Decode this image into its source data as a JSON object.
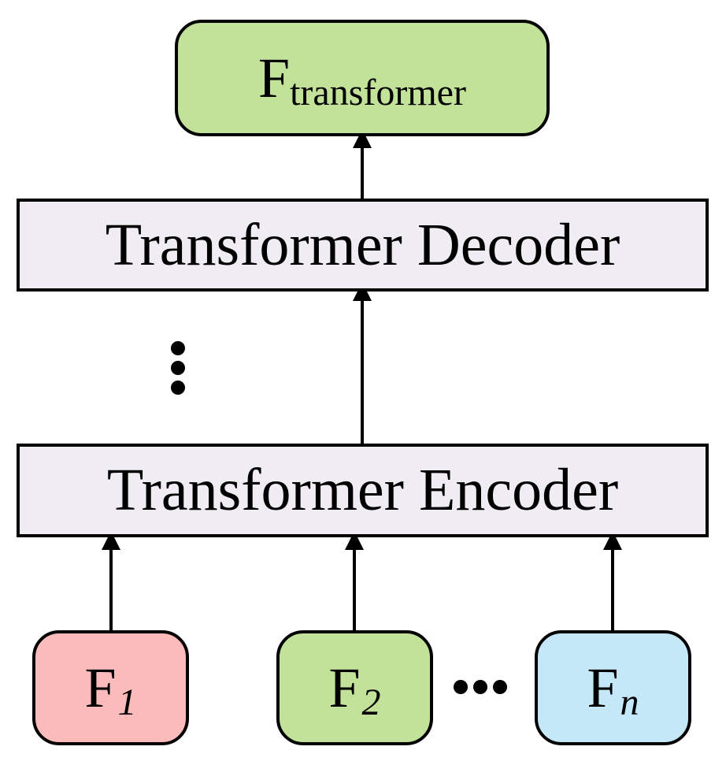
{
  "colors": {
    "green": "#c1e298",
    "grey": "#efedf3",
    "pink": "#fbbbbb",
    "blue": "#c4e8f8",
    "stroke": "#000000"
  },
  "output": {
    "main": "F",
    "sub": "transformer"
  },
  "decoder": {
    "label": "Transformer Decoder"
  },
  "encoder": {
    "label": "Transformer Encoder"
  },
  "inputs": [
    {
      "main": "F",
      "sub": "1"
    },
    {
      "main": "F",
      "sub": "2"
    },
    {
      "main": "F",
      "sub": "n"
    }
  ]
}
